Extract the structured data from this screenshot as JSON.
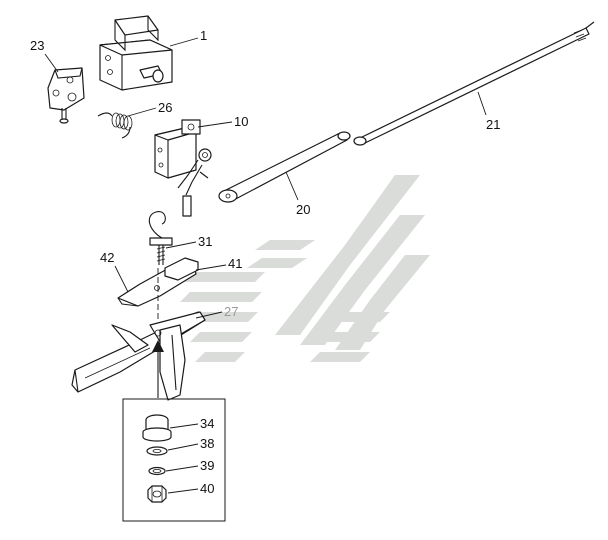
{
  "diagram": {
    "callouts": [
      {
        "id": "c1",
        "text": "1"
      },
      {
        "id": "c23",
        "text": "23"
      },
      {
        "id": "c26",
        "text": "26"
      },
      {
        "id": "c10",
        "text": "10"
      },
      {
        "id": "c21",
        "text": "21"
      },
      {
        "id": "c20",
        "text": "20"
      },
      {
        "id": "c31",
        "text": "31"
      },
      {
        "id": "c42",
        "text": "42"
      },
      {
        "id": "c41",
        "text": "41"
      },
      {
        "id": "c27",
        "text": "27"
      },
      {
        "id": "c34",
        "text": "34"
      },
      {
        "id": "c38",
        "text": "38"
      },
      {
        "id": "c39",
        "text": "39"
      },
      {
        "id": "c40",
        "text": "40"
      }
    ],
    "colors": {
      "ink": "#1a1a1a",
      "watermark": "#d9dcd9",
      "faded_label": "#9a9a9a",
      "background": "#ffffff"
    }
  }
}
